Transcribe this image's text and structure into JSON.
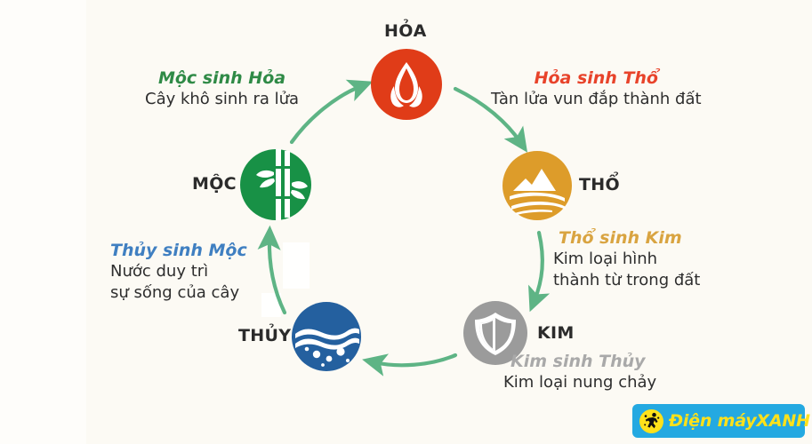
{
  "background": {
    "canvas_color": "#ffffff",
    "panel_color": "#fcfaf4"
  },
  "diagram": {
    "type": "cycle",
    "title_text": "",
    "elements": [
      {
        "id": "hoa",
        "label": "HỎA",
        "icon": "flame-icon",
        "color": "#e03c18",
        "position": "top"
      },
      {
        "id": "tho",
        "label": "THỔ",
        "icon": "mountain-earth-icon",
        "color": "#dd9c2a",
        "position": "right"
      },
      {
        "id": "kim",
        "label": "KIM",
        "icon": "shield-metal-icon",
        "color": "#9b9b9b",
        "position": "bottom-right"
      },
      {
        "id": "thuy",
        "label": "THỦY",
        "icon": "water-waves-icon",
        "color": "#24609f",
        "position": "bottom-left"
      },
      {
        "id": "moc",
        "label": "MỘC",
        "icon": "bamboo-icon",
        "color": "#189146",
        "position": "left"
      }
    ],
    "relations": [
      {
        "id": "moc-sinh-hoa",
        "title": "Mộc sinh Hỏa",
        "title_color": "#2f8a46",
        "description_lines": [
          "Cây khô sinh ra lửa"
        ],
        "from": "moc",
        "to": "hoa"
      },
      {
        "id": "hoa-sinh-tho",
        "title": "Hỏa sinh Thổ",
        "title_color": "#e8432a",
        "description_lines": [
          "Tàn lửa vun đắp thành đất"
        ],
        "from": "hoa",
        "to": "tho"
      },
      {
        "id": "tho-sinh-kim",
        "title": "Thổ sinh Kim",
        "title_color": "#d9a441",
        "description_lines": [
          "Kim loại hình",
          "thành từ trong đất"
        ],
        "from": "tho",
        "to": "kim"
      },
      {
        "id": "kim-sinh-thuy",
        "title": "Kim sinh Thủy",
        "title_color": "#a9a9a9",
        "description_lines": [
          "Kim loại nung chảy"
        ],
        "from": "kim",
        "to": "thuy"
      },
      {
        "id": "thuy-sinh-moc",
        "title": "Thủy sinh Mộc",
        "title_color": "#3f7fc1",
        "description_lines": [
          "Nước duy trì",
          "sự sống của cây"
        ],
        "from": "thuy",
        "to": "moc"
      }
    ],
    "arrow_color": "#5eb485"
  },
  "logo": {
    "text_part1": "Điện máy",
    "text_part2": "XANH",
    "background_color": "#24a9e1",
    "text_color": "#ffe11a",
    "badge_color": "#ffe11a",
    "icon": "running-man-icon"
  }
}
